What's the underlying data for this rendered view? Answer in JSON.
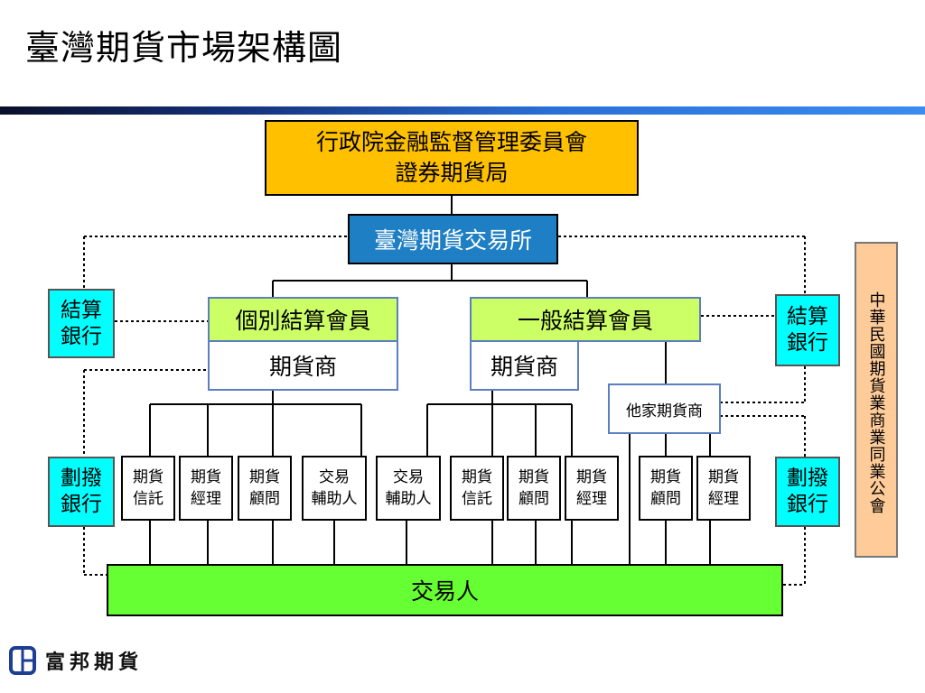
{
  "title": "臺灣期貨市場架構圖",
  "regulator": {
    "line1": "行政院金融監督管理委員會",
    "line2": "證券期貨局"
  },
  "exchange": "臺灣期貨交易所",
  "members": {
    "individual": "個別結算會員",
    "general": "一般結算會員"
  },
  "fcm_label": "期貨商",
  "other_fcm": "他家期貨商",
  "banks": {
    "settlement": [
      "結算",
      "銀行"
    ],
    "transfer": [
      "劃撥",
      "銀行"
    ]
  },
  "left_subs": [
    [
      "期貨",
      "信託"
    ],
    [
      "期貨",
      "經理"
    ],
    [
      "期貨",
      "顧問"
    ],
    [
      "交易",
      "輔助人"
    ]
  ],
  "right_subs": [
    [
      "交易",
      "輔助人"
    ],
    [
      "期貨",
      "信託"
    ],
    [
      "期貨",
      "顧問"
    ],
    [
      "期貨",
      "經理"
    ]
  ],
  "other_subs": [
    [
      "期貨",
      "顧問"
    ],
    [
      "期貨",
      "經理"
    ]
  ],
  "investor": "交易人",
  "association": "中華民國期貨業商業同業公會",
  "logo": {
    "text": "富邦期貨",
    "icon": "fubon-logo-icon",
    "color": "#1c3f94"
  },
  "colors": {
    "regulator": "#ffc000",
    "exchange": "#1f7fc4",
    "member": "#ccff66",
    "bank": "#00ffff",
    "investor": "#66ff33",
    "association": "#ffcc99"
  }
}
